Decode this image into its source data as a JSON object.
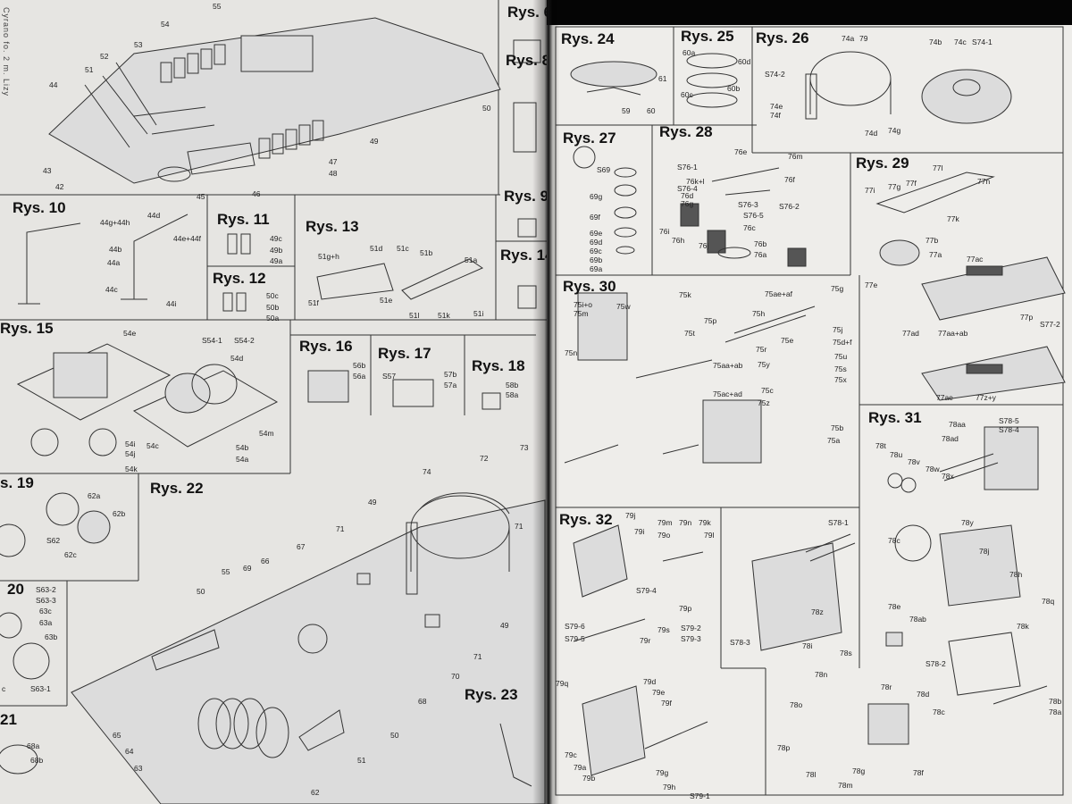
{
  "spine_text": "Cyrano fo. 2 m. Lizy",
  "left_page": {
    "figures": {
      "rys10": "Rys. 10",
      "rys11": "Rys. 11",
      "rys12": "Rys. 12",
      "rys13": "Rys. 13",
      "rys15": "Rys. 15",
      "rys16": "Rys. 16",
      "rys17": "Rys. 17",
      "rys18": "Rys. 18",
      "rys19": "s. 19",
      "rys20": "20",
      "rys21": "21",
      "rys22": "Rys. 22",
      "rys23": "Rys. 23",
      "rys6": "Rys. 6",
      "rys8": "Rys. 8",
      "rys9": "Rys. 9",
      "rys14": "Rys. 14"
    },
    "labels": {
      "l55": "55",
      "l54": "54",
      "l53": "53",
      "l52": "52",
      "l51": "51",
      "l44": "44",
      "l43": "43",
      "l42": "42",
      "l45": "45",
      "l46": "46",
      "l47": "47",
      "l48": "48",
      "l49": "49",
      "l50": "50",
      "r10a": "44g+44h",
      "r10b": "44d",
      "r10c": "44b",
      "r10d": "44a",
      "r10e": "44c",
      "r10f": "44i",
      "r10g": "44e+44f",
      "r11a": "49c",
      "r11b": "49b",
      "r11c": "49a",
      "r12a": "50c",
      "r12b": "50b",
      "r12c": "50a",
      "r13a": "51g+h",
      "r13b": "51d",
      "r13c": "51c",
      "r13d": "51b",
      "r13e": "51a",
      "r13f": "51f",
      "r13g": "51e",
      "r13h": "51l",
      "r13i": "51k",
      "r13j": "51i",
      "r15a": "54e",
      "r15b": "S54-1",
      "r15c": "S54-2",
      "r15d": "54d",
      "r15e": "54m",
      "r15f": "54i",
      "r15g": "54j",
      "r15h": "54k",
      "r15i": "54c",
      "r15j": "54b",
      "r15k": "54a",
      "r16a": "56b",
      "r16b": "56a",
      "r17a": "S57",
      "r17b": "57b",
      "r17c": "57a",
      "r18a": "58b",
      "r18b": "58a",
      "r19a": "62a",
      "r19b": "62b",
      "r19c": "S62",
      "r19d": "62c",
      "r20a": "S63-2",
      "r20b": "S63-3",
      "r20c": "63c",
      "r20d": "63a",
      "r20e": "63b",
      "r20f": "S63-1",
      "r20g": "c",
      "r21a": "68a",
      "r21b": "68b",
      "r22a": "74",
      "r22b": "72",
      "r22c": "49",
      "r22d": "71",
      "r22e": "67",
      "r22f": "66",
      "r22g": "69",
      "r22h": "55",
      "r22i": "50",
      "r22j": "71",
      "r22k": "70",
      "r22l": "68",
      "r22m": "50",
      "r22n": "49",
      "r22o": "65",
      "r22p": "64",
      "r22q": "63",
      "r22r": "62",
      "r22s": "51",
      "r22t": "73",
      "r22u": "71"
    }
  },
  "right_page": {
    "figures": {
      "rys24": "Rys. 24",
      "rys25": "Rys. 25",
      "rys26": "Rys. 26",
      "rys27": "Rys. 27",
      "rys28": "Rys. 28",
      "rys29": "Rys. 29",
      "rys30": "Rys. 30",
      "rys31": "Rys. 31",
      "rys32": "Rys. 32"
    },
    "labels": {
      "r24a": "61",
      "r24b": "59",
      "r24c": "60",
      "r25a": "60a",
      "r25b": "60d",
      "r25c": "60c",
      "r25d": "60b",
      "r26a": "74a",
      "r26b": "79",
      "r26c": "74b",
      "r26d": "74c",
      "r26e": "S74-1",
      "r26f": "S74-2",
      "r26g": "74e",
      "r26h": "74f",
      "r26i": "74d",
      "r26j": "74g",
      "r27a": "S69",
      "r27b": "69g",
      "r27c": "69f",
      "r27d": "69e",
      "r27e": "69d",
      "r27f": "69c",
      "r27g": "69b",
      "r27h": "69a",
      "r28a": "76e",
      "r28b": "76m",
      "r28c": "S76-1",
      "r28d": "76f",
      "r28e": "76k+l",
      "r28f": "S76-4",
      "r28g": "76d",
      "r28h": "76g",
      "r28i": "S76-3",
      "r28j": "S76-2",
      "r28k": "S76-5",
      "r28l": "76c",
      "r28m": "76i",
      "r28n": "76h",
      "r28o": "76b",
      "r28p": "76j",
      "r28q": "76a",
      "r29a": "77i",
      "r29b": "77g",
      "r29c": "77f",
      "r29d": "77l",
      "r29e": "77n",
      "r29f": "77k",
      "r29g": "77b",
      "r29h": "77a",
      "r29i": "77e",
      "r29j": "77ac",
      "r29k": "77p",
      "r29l": "S77-2",
      "r29m": "77ad",
      "r29n": "77aa+ab",
      "r29o": "77ae",
      "r29p": "77z+y",
      "r30a": "75i+o",
      "r30b": "75m",
      "r30c": "75n",
      "r30d": "75w",
      "r30e": "75k",
      "r30f": "75p",
      "r30g": "75t",
      "r30h": "75ae+af",
      "r30i": "75g",
      "r30j": "75h",
      "r30k": "75e",
      "r30l": "75r",
      "r30m": "75y",
      "r30n": "75aa+ab",
      "r30o": "75ac+ad",
      "r30p": "75c",
      "r30q": "75z",
      "r30r": "75d+f",
      "r30s": "75j",
      "r30t": "75u",
      "r30u": "75s",
      "r30v": "75x",
      "r30w": "75b",
      "r30x": "75a",
      "r31a": "78aa",
      "r31b": "S78-5",
      "r31c": "S78-4",
      "r31d": "78ad",
      "r31e": "78t",
      "r31f": "78u",
      "r31g": "78v",
      "r31h": "78w",
      "r31i": "78x",
      "r31j": "78y",
      "r32a": "79j",
      "r32b": "79i",
      "r32c": "79m",
      "r32d": "79n",
      "r32e": "79k",
      "r32f": "79o",
      "r32g": "79l",
      "r32h": "S79-4",
      "r32i": "79p",
      "r32j": "S79-6",
      "r32k": "S79-5",
      "r32l": "S79-2",
      "r32m": "S79-3",
      "r32n": "79s",
      "r32o": "79r",
      "r32p": "79q",
      "r32q": "79d",
      "r32r": "79e",
      "r32s": "79f",
      "r32t": "79c",
      "r32u": "79a",
      "r32v": "79b",
      "r32w": "79g",
      "r32x": "79h",
      "r32y": "S79-1",
      "r33a": "S78-1",
      "r33b": "S78-3",
      "r33c": "78z",
      "r33d": "78i",
      "r33e": "78s",
      "r33f": "78n",
      "r33g": "78o",
      "r33h": "78p",
      "r33i": "78l",
      "r33j": "78m",
      "r33k": "78g",
      "r33l": "78f",
      "r33m": "78r",
      "r33n": "78c",
      "r33o": "78e",
      "r33p": "78ab",
      "r33q": "78j",
      "r33r": "78k",
      "r33s": "S78-2",
      "r33t": "78d",
      "r33u": "78c",
      "r33v": "78b",
      "r33w": "78a",
      "r33x": "78q",
      "r33y": "78h"
    }
  }
}
